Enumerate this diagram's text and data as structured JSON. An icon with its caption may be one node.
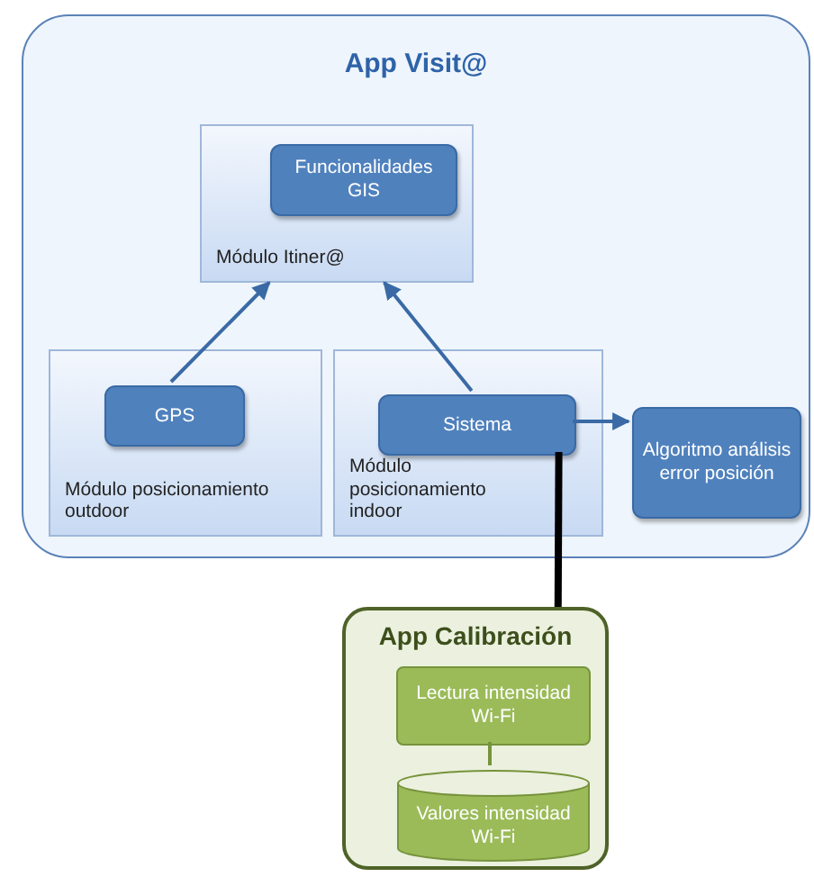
{
  "diagram": {
    "nodes": [
      {
        "text": [
          "App Visit@"
        ]
      },
      {
        "text": [
          "Módulo Itiner@"
        ],
        "in": 0
      },
      {
        "text": [
          "Funcionalidades GIS"
        ],
        "in": 1
      },
      {
        "text": [
          "Módulo posicionamiento outdoor"
        ],
        "in": 0
      },
      {
        "text": [
          "GPS"
        ],
        "in": 3
      },
      {
        "text": [
          "Módulo posicionamiento indoor"
        ],
        "in": 0
      },
      {
        "text": [
          "Sistema"
        ],
        "in": 5
      },
      {
        "text": [
          "Algoritmo análisis error posición"
        ],
        "in": 0
      },
      {
        "text": [
          "App Calibración"
        ]
      },
      {
        "text": [
          "Lectura intensidad Wi-Fi"
        ],
        "in": 8
      },
      {
        "text": [
          "Valores intensidad Wi-Fi"
        ],
        "in": 8
      }
    ],
    "edges": [
      {
        "from": 4,
        "to": 1,
        "arrow": "to"
      },
      {
        "from": 6,
        "to": 1,
        "arrow": "to"
      },
      {
        "from": 6,
        "to": 7,
        "arrow": "to"
      },
      {
        "from": 6,
        "to": 8,
        "arrow": "none",
        "style": "thick",
        "color": "#000000"
      },
      {
        "from": 9,
        "to": 10,
        "arrow": "none",
        "color": "#77933c"
      }
    ]
  }
}
